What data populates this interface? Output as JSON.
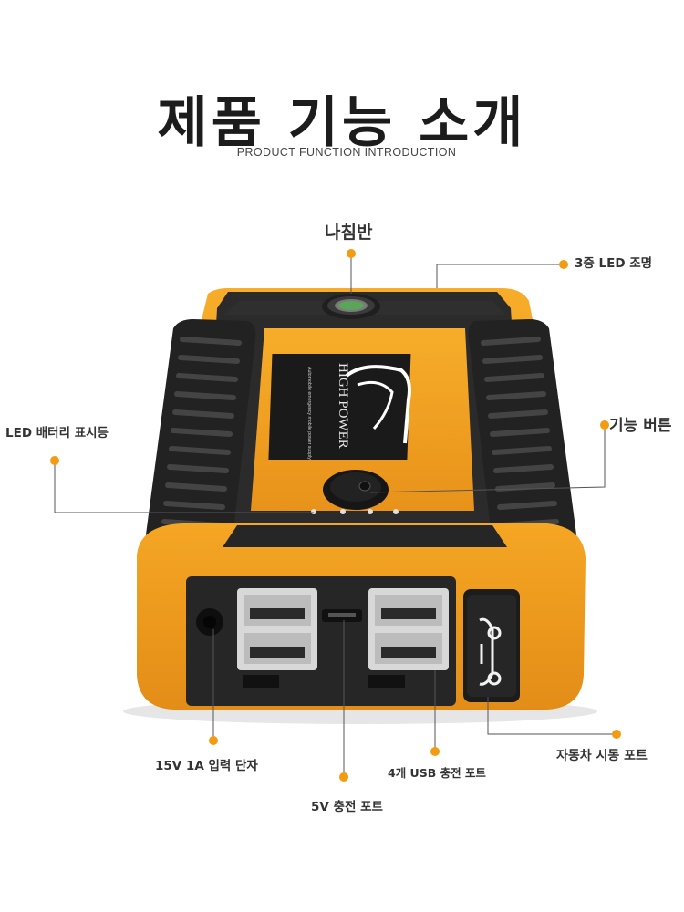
{
  "header": {
    "title": "제품 기능 소개",
    "subtitle": "PRODUCT FUNCTION INTRODUCTION"
  },
  "callouts": {
    "compass": "나침반",
    "led_light": "3중 LED 조명",
    "battery_indicator": "LED 배터리 표시등",
    "function_button": "기능 버튼",
    "input_port": "15V 1A 입력 단자",
    "usb_ports": "4개 USB 충전 포트",
    "charge_port": "5V 충전 포트",
    "car_start_port": "자동차 시동 포트"
  },
  "device": {
    "logo_text": "HIGH POWER",
    "logo_subtext": "Automobile emergency mobile power supply"
  },
  "colors": {
    "accent": "#f59e1b",
    "body_orange": "#f0a01e",
    "body_dark": "#2a2a2a",
    "dot": "#f39c12"
  }
}
